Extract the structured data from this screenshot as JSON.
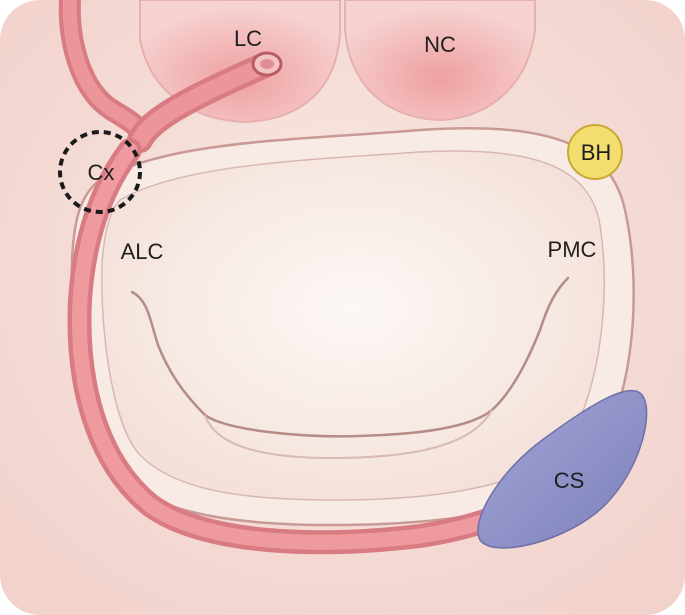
{
  "labels": {
    "lc": "LC",
    "nc": "NC",
    "bh": "BH",
    "cx": "Cx",
    "alc": "ALC",
    "pmc": "PMC",
    "cs": "CS"
  },
  "colors": {
    "background": "#f7e4de",
    "cusp": "#f0b2b2",
    "vessel": "#e7868c",
    "annulus": "#f9ece6",
    "leaflet": "#fbf4ef",
    "bh": "#f3dd6e",
    "cs": "#8f93c8",
    "outline": "#b88a86"
  }
}
